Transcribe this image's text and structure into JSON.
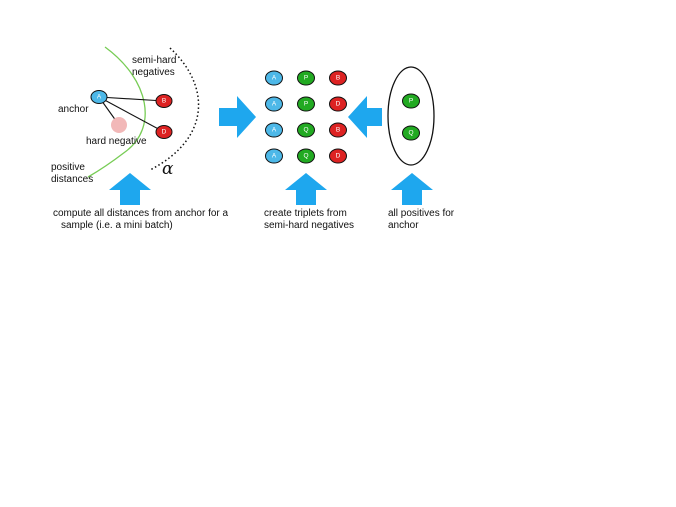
{
  "colors": {
    "anchor": "#4db8e8",
    "positive": "#22aa22",
    "negative": "#dd2222",
    "hard_negative": "#f2b8b8",
    "arrow": "#1ea7ee",
    "boundary": "#77cc55"
  },
  "left_panel": {
    "semi_hard_label_line1": "semi-hard",
    "semi_hard_label_line2": "negatives",
    "anchor_label": "anchor",
    "hard_negative_label": "hard negative",
    "positive_label_line1": "positive",
    "positive_label_line2": "distances",
    "margin_symbol": "α",
    "node_anchor": "A",
    "node_b": "B",
    "node_d": "D",
    "caption_line1": "compute all distances from anchor for a",
    "caption_line2": "sample (i.e. a mini batch)"
  },
  "middle_panel": {
    "triplets": [
      [
        "A",
        "P",
        "B"
      ],
      [
        "A",
        "P",
        "D"
      ],
      [
        "A",
        "Q",
        "B"
      ],
      [
        "A",
        "Q",
        "D"
      ]
    ],
    "caption_line1": "create triplets from",
    "caption_line2": "semi-hard negatives"
  },
  "right_panel": {
    "positives": [
      "P",
      "Q"
    ],
    "caption_line1": "all positives for",
    "caption_line2": "anchor"
  }
}
